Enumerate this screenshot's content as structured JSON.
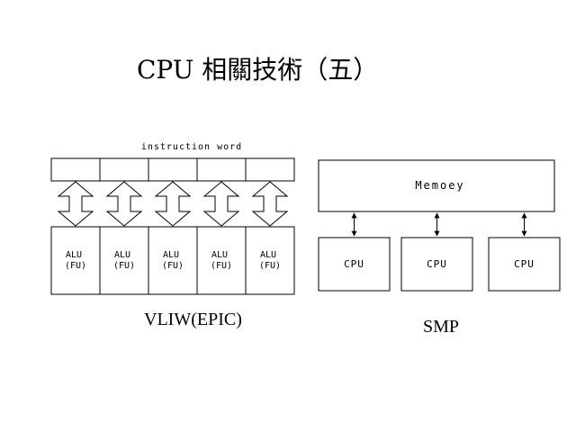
{
  "slide": {
    "title": "CPU 相關技術（五）"
  },
  "vliw": {
    "instruction_word_label": "instruction word",
    "slot_count": 5,
    "units": [
      {
        "line1": "ALU",
        "line2": "(FU)"
      },
      {
        "line1": "ALU",
        "line2": "(FU)"
      },
      {
        "line1": "ALU",
        "line2": "(FU)"
      },
      {
        "line1": "ALU",
        "line2": "(FU)"
      },
      {
        "line1": "ALU",
        "line2": "(FU)"
      }
    ],
    "caption": "VLIW(EPIC)"
  },
  "smp": {
    "memory_label": "Memoey",
    "cpus": [
      "CPU",
      "CPU",
      "CPU"
    ],
    "caption": "SMP"
  }
}
